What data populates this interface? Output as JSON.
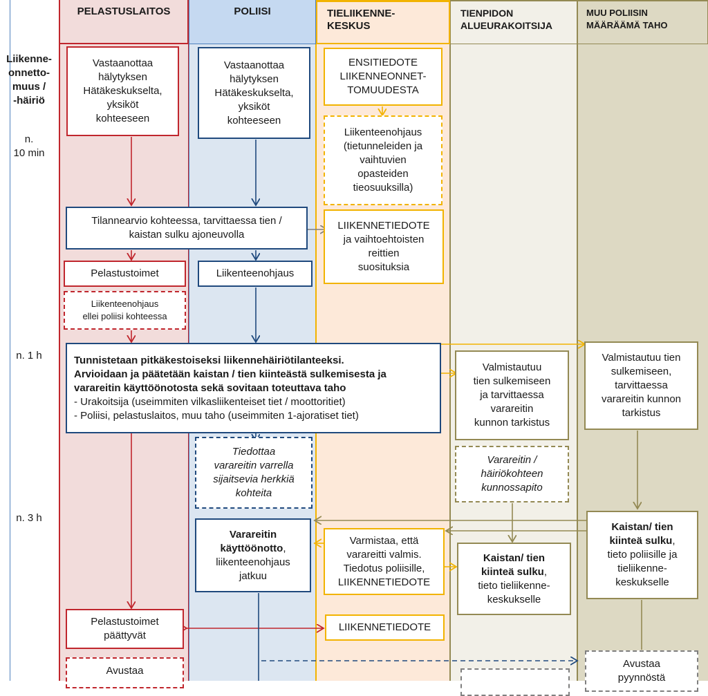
{
  "lanes": [
    {
      "id": "pelastus",
      "title": "PELASTUSLAITOS",
      "color": "#f2dcdb",
      "border": "#c0262d"
    },
    {
      "id": "poliisi",
      "title": "POLIISI",
      "color": "#dce6f1",
      "border": "#4f81bd"
    },
    {
      "id": "tieliikenne",
      "title": "TIELIIKENNE-\nKESKUS",
      "color": "#fde9d9",
      "border": "#f2b300"
    },
    {
      "id": "tienpito",
      "title": "TIENPIDON\nALUEURAKOITSIJA",
      "color": "#f2f0e8",
      "border": "#938953"
    },
    {
      "id": "muu",
      "title": "MUU POLIISIN\nMÄÄRÄÄMÄ TAHO",
      "color": "#ddd9c3",
      "border": "#938953"
    }
  ],
  "timeline": {
    "header": "Liikenne-\nonnetto-\nmuus /\n-häiriö",
    "t10": "n.\n10 min",
    "t1h": "n. 1 h",
    "t3h": "n. 3 h"
  },
  "boxes": {
    "b_pel_receive": "Vastaanottaa\nhälytyksen\nHätäkeskukselta,\nyksiköt\nkohteeseen",
    "b_pol_receive": "Vastaanottaa\nhälytyksen\nHätäkeskukselta,\nyksiköt\nkohteeseen",
    "b_tlk_first": "ENSITIEDOTE\nLIIKENNEONNET-\nTOMUUDESTA",
    "b_tlk_control": "Liikenteenohjaus\n(tietunneleiden ja\nvaihtuvien\nopasteiden\ntieosuuksilla)",
    "b_assess": "Tilannearvio kohteessa, tarvittaessa tien /\nkaistan sulku ajoneuvolla",
    "b_tlk_bulletin": "LIIKENNETIEDOTE\nja vaihtoehtoisten\nreittien\nsuosituksia",
    "b_pel_actions": "Pelastustoimet",
    "b_pol_control": "Liikenteenohjaus",
    "b_pel_control": "Liikenteenohjaus\nellei poliisi kohteessa",
    "b_long_1": "Tunnistetaan pitkäkestoiseksi liikennehäiriötilanteeksi.",
    "b_long_2": "Arvioidaan ja päätetään kaistan / tien kiinteästä sulkemisesta ja",
    "b_long_3": "varareitin käyttöönotosta sekä sovitaan toteuttava taho",
    "b_long_4": "- Urakoitsija  (useimmiten vilkasliikenteiset tiet / moottoritiet)",
    "b_long_5": "- Poliisi, pelastuslaitos, muu taho (useimmiten 1-ajoratiset tiet)",
    "b_tp_prepare": "Valmistautuu\ntien sulkemiseen\nja tarvittaessa\nvarareitin\nkunnon tarkistus",
    "b_muu_prepare": "Valmistautuu tien\nsulkemiseen,\ntarvittaessa\nvarareitin kunnon\ntarkistus",
    "b_pol_inform": "Tiedottaa\nvarareitin varrella\nsijaitsevia herkkiä\nkohteita",
    "b_tp_maint": "Varareitin /\nhäiriökohteen\nkunnossapito",
    "b_pol_detour_bold": "Varareitin\nkäyttöönotto",
    "b_pol_detour_rest": ",\nliikenteenohjaus\njatkuu",
    "b_tlk_verify": "Varmistaa, että\nvarareitti valmis.\nTiedotus poliisille,\nLIIKENNETIEDOTE",
    "b_tp_close_bold": "Kaistan/ tien\nkiinteä sulku",
    "b_tp_close_rest": ",\ntieto tieliikenne-\nkeskukselle",
    "b_muu_close_bold": "Kaistan/ tien\nkiinteä sulku",
    "b_muu_close_rest": ",\ntieto poliisille ja\ntieliikenne-\nkeskukselle",
    "b_pel_end": "Pelastustoimet\npäättyvät",
    "b_tlk_bulletin2": "LIIKENNETIEDOTE",
    "b_pel_assist": "Avustaa",
    "b_muu_assist": "Avustaa\npyynnöstä"
  }
}
